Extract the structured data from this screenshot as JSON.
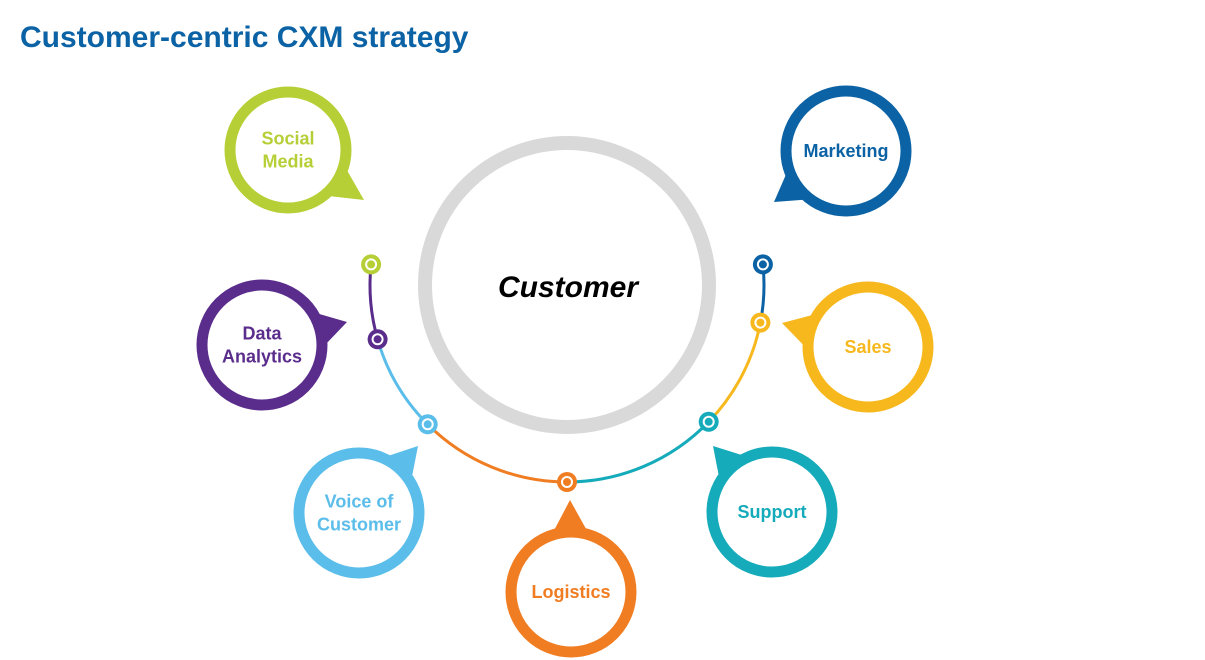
{
  "title": "Customer-centric CXM strategy",
  "center": {
    "label": "Customer",
    "ring_color": "#d9d9d9"
  },
  "nodes": [
    {
      "id": "social-media",
      "lines": [
        "Social",
        "Media"
      ],
      "color": "#b7cf36"
    },
    {
      "id": "data-analytics",
      "lines": [
        "Data",
        "Analytics"
      ],
      "color": "#5a2d8c"
    },
    {
      "id": "voice-of-customer",
      "lines": [
        "Voice of",
        "Customer"
      ],
      "color": "#5bbde9"
    },
    {
      "id": "logistics",
      "lines": [
        "Logistics"
      ],
      "color": "#f07d22"
    },
    {
      "id": "support",
      "lines": [
        "Support"
      ],
      "color": "#16abba"
    },
    {
      "id": "sales",
      "lines": [
        "Sales"
      ],
      "color": "#f7b81e"
    },
    {
      "id": "marketing",
      "lines": [
        "Marketing"
      ],
      "color": "#0b62a4"
    }
  ]
}
